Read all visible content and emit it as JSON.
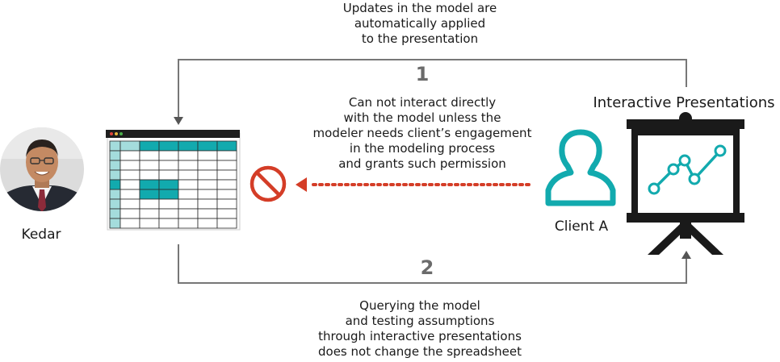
{
  "top_caption": [
    "Updates in the model are",
    "automatically applied",
    "to the presentation"
  ],
  "step1": "1",
  "middle_caption": [
    "Can not interact directly",
    "with the model unless the",
    "modeler needs client’s engagement",
    "in the modeling process",
    "and grants such permission"
  ],
  "step2": "2",
  "bottom_caption": [
    "Querying the model",
    "and testing assumptions",
    "through interactive presentations",
    "does not change the spreadsheet"
  ],
  "person_name": "Kedar",
  "client_label": "Client A",
  "presentation_title": "Interactive Presentations",
  "colors": {
    "teal": "#12aaae",
    "teal_light": "#a4dcdc",
    "red": "#d43d27",
    "arrow_gray": "#6b6b6b",
    "dark": "#1a1a1a"
  }
}
